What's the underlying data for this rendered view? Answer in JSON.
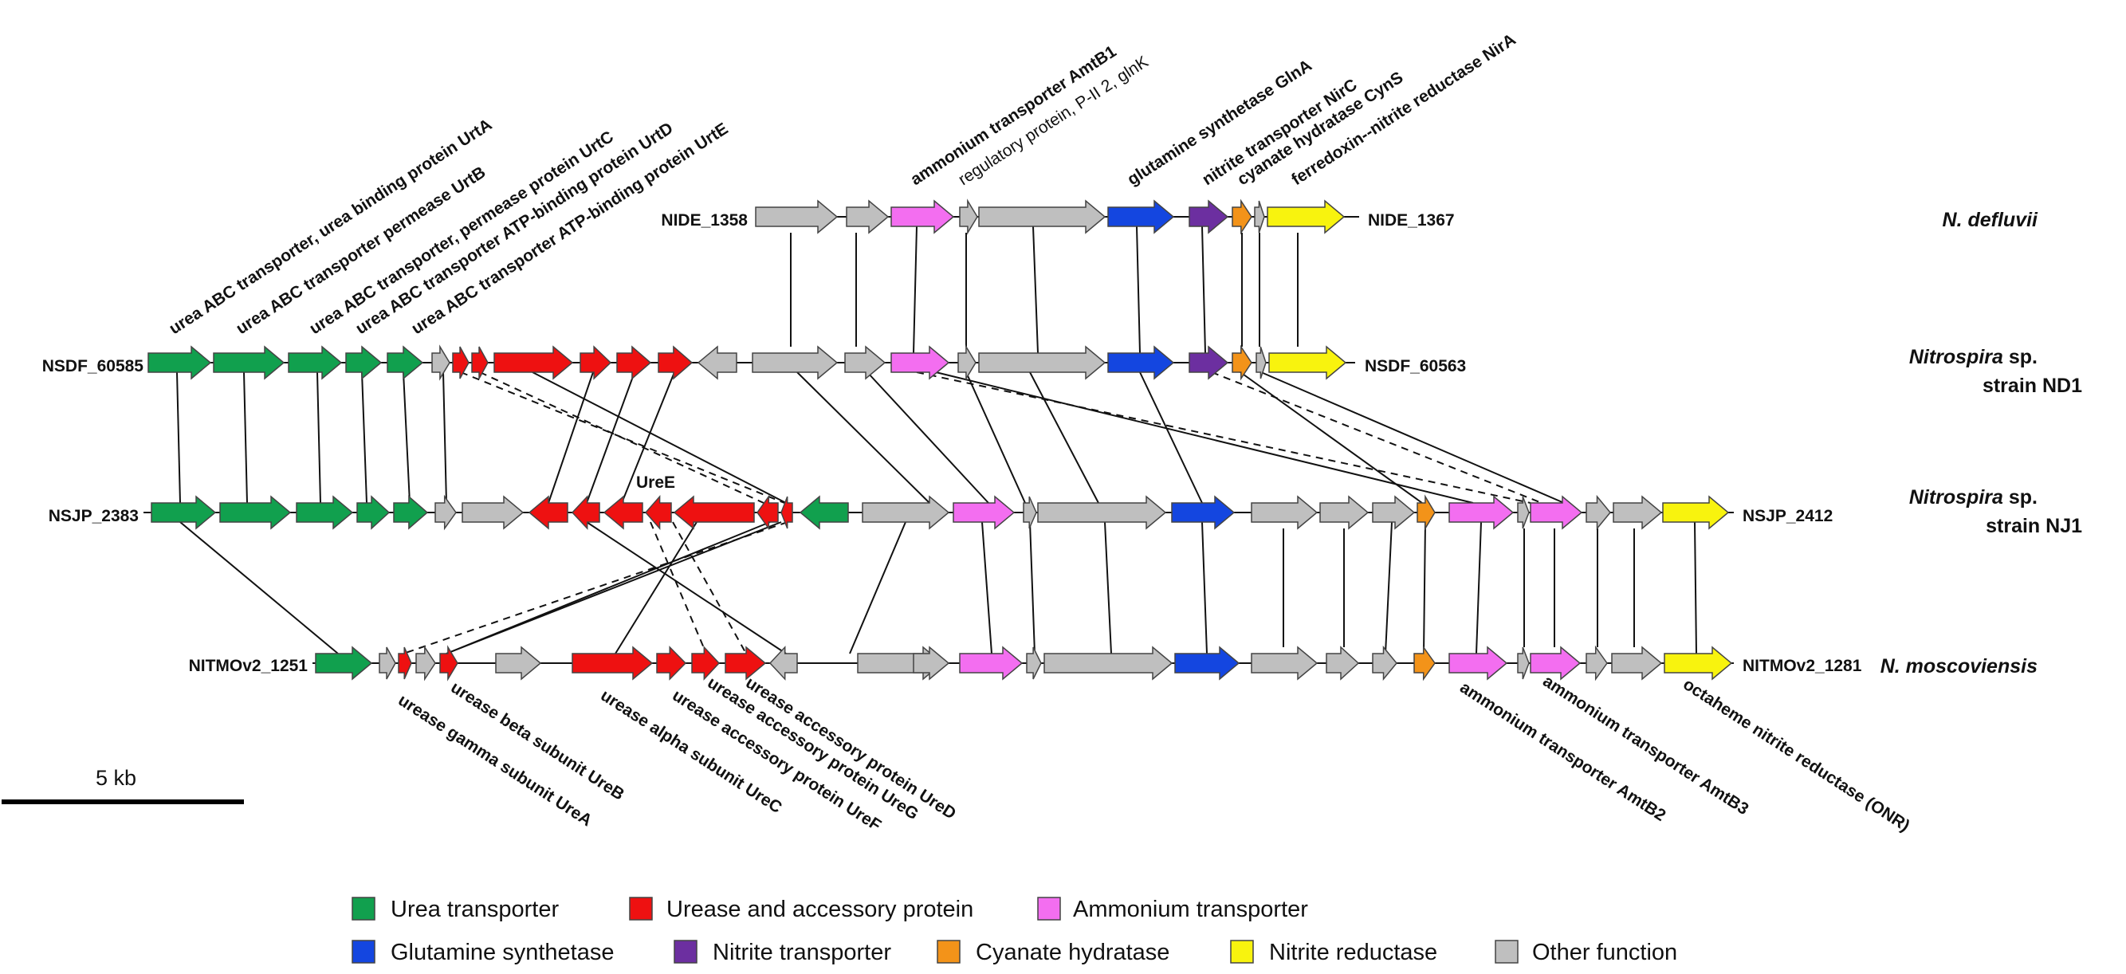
{
  "colors": {
    "urea_transporter": "#11a04e",
    "urease": "#ee1111",
    "ammonium": "#f36ef0",
    "glutamine": "#1446e0",
    "nitrite_transporter": "#6c2fa0",
    "cyanate": "#f39319",
    "nitrite_reductase": "#f8f30e",
    "other": "#bfbfbf"
  },
  "tracks": [
    {
      "left_label": "NIDE_1358",
      "right_label": "NIDE_1367"
    },
    {
      "left_label": "NSDF_60585",
      "right_label": "NSDF_60563"
    },
    {
      "left_label": "NSJP_2383",
      "right_label": "NSJP_2412"
    },
    {
      "left_label": "NITMOv2_1251",
      "right_label": "NITMOv2_1281"
    }
  ],
  "organisms": [
    {
      "name": "N. defluvii",
      "italic": "N. defluvii",
      "rest": "",
      "line2": ""
    },
    {
      "name": "Nitrospira sp. strain ND1",
      "italic": "Nitrospira",
      "rest": " sp.",
      "line2": "strain ND1"
    },
    {
      "name": "Nitrospira sp. strain NJ1",
      "italic": "Nitrospira",
      "rest": " sp.",
      "line2": "strain NJ1"
    },
    {
      "name": "N. moscoviensis",
      "italic": "N. moscoviensis",
      "rest": "",
      "line2": ""
    }
  ],
  "annotations_top": [
    "urea ABC transporter, urea binding protein UrtA",
    "urea ABC transporter permease UrtB",
    "urea ABC transporter, permease protein UrtC",
    "urea ABC transporter ATP-binding protein UrtD",
    "urea ABC transporter ATP-binding protein UrtE",
    "ammonium transporter AmtB1",
    "regulatory protein, P-II 2, glnK",
    "glutamine synthetase GlnA",
    "nitrite transporter NirC",
    "cyanate hydratase CynS",
    "ferredoxin--nitrite reductase NirA"
  ],
  "annotations_bottom": [
    "urease gamma subunit UreA",
    "urease beta subunit UreB",
    "urease alpha subunit UreC",
    "urease accessory protein UreF",
    "urease accessory protein UreG",
    "urease accessory protein UreD",
    "ammonium transporter AmtB2",
    "ammonium transporter AmtB3",
    "octaheme nitrite reductase (ONR)"
  ],
  "uree_label": "UreE",
  "scale_bar": {
    "label": "5 kb"
  },
  "legend": [
    {
      "label": "Urea transporter",
      "color_key": "urea_transporter"
    },
    {
      "label": "Urease and accessory protein",
      "color_key": "urease"
    },
    {
      "label": "Ammonium transporter",
      "color_key": "ammonium"
    },
    {
      "label": "Glutamine synthetase",
      "color_key": "glutamine"
    },
    {
      "label": "Nitrite transporter",
      "color_key": "nitrite_transporter"
    },
    {
      "label": "Cyanate hydratase",
      "color_key": "cyanate"
    },
    {
      "label": "Nitrite reductase",
      "color_key": "nitrite_reductase"
    },
    {
      "label": "Other function",
      "color_key": "other"
    }
  ]
}
